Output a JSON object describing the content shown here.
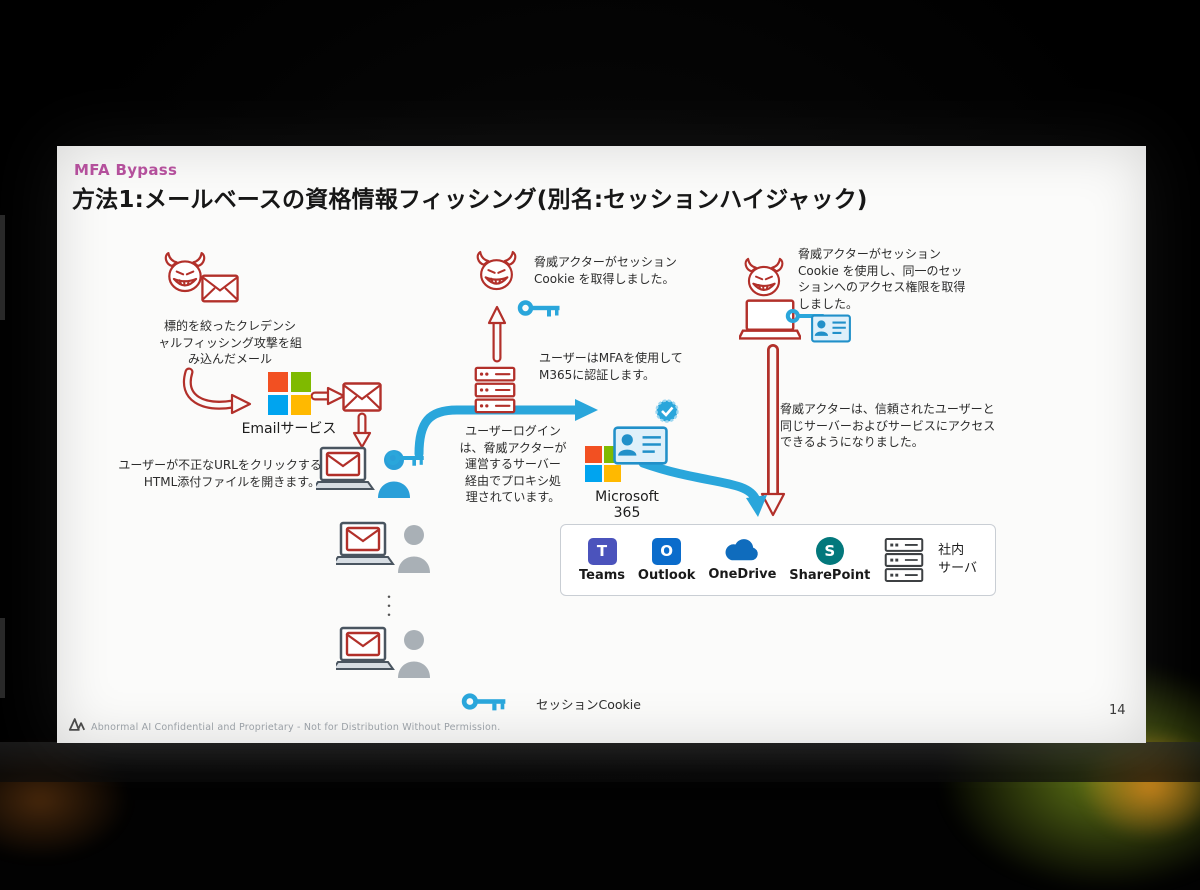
{
  "slide": {
    "eyebrow": "MFA Bypass",
    "title": "方法1:メールベースの資格情報フィッシング(別名:セッションハイジャック)",
    "page_number": "14",
    "footer_text": "Abnormal AI Confidential and Proprietary - Not for Distribution Without Permission."
  },
  "labels": {
    "email_service": "Emailサービス",
    "m365": "Microsoft\n365",
    "internal_server": "社内\nサーバ",
    "session_cookie": "セッションCookie",
    "ellipsis": "・\n・\n・"
  },
  "notes": {
    "targeted_mail": "標的を絞ったクレデンシ\nャルフィッシング攻撃を組\nみ込んだメール",
    "user_clicks": "ユーザーが不正なURLをクリックするか、\nHTML添付ファイルを開きます。",
    "actor_got_cookie": "脅威アクターがセッション\nCookie を取得しました。",
    "mfa_auth": "ユーザーはMFAを使用して\nM365に認証します。",
    "proxy_login": "ユーザーログイン\nは、脅威アクターが\n運営するサーバー\n経由でプロキシ処\n理されています。",
    "actor_uses_cookie": "脅威アクターがセッション\nCookie を使用し、同一のセッ\nションへのアクセス権限を取得\nしました。",
    "actor_access": "脅威アクターは、信頼されたユーザーと\n同じサーバーおよびサービスにアクセス\nできるようになりました。"
  },
  "services": [
    {
      "label": "Teams",
      "letter": "T",
      "color": "#4b53bc"
    },
    {
      "label": "Outlook",
      "letter": "O",
      "color": "#0b6ccb"
    },
    {
      "label": "OneDrive",
      "letter": "",
      "color": "#0f6cbd"
    },
    {
      "label": "SharePoint",
      "letter": "S",
      "color": "#03787c"
    }
  ],
  "colors": {
    "accent_pink": "#b4509c",
    "diagram_red": "#b2302a",
    "diagram_blue": "#2aa6db",
    "ms_red": "#f25022",
    "ms_green": "#7fba00",
    "ms_blue": "#00a4ef",
    "ms_yellow": "#ffb900"
  }
}
